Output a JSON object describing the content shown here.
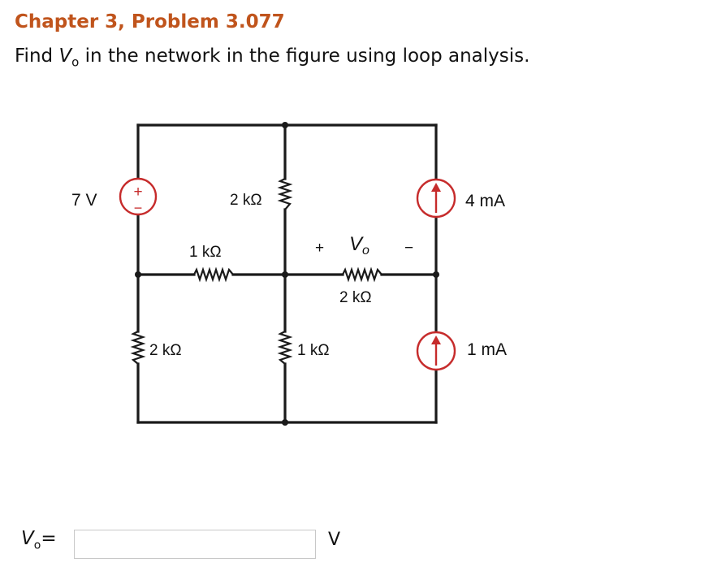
{
  "problem": {
    "title": "Chapter 3, Problem 3.077",
    "question_prefix": "Find ",
    "question_var": "V",
    "question_sub": "o",
    "question_suffix": " in the network in the figure using loop analysis."
  },
  "circuit": {
    "source_7v": "7 V",
    "r_top_middle": "2 kΩ",
    "r_middle_left": "1 kΩ",
    "r_middle_right": "2 kΩ",
    "r_bottom_left": "2 kΩ",
    "r_bottom_middle": "1 kΩ",
    "source_4ma": "4 mA",
    "source_1ma": "1 mA",
    "vo_plus": "+",
    "vo_var": "V",
    "vo_sub": "o",
    "vo_minus": "−",
    "src_plus": "+",
    "src_minus": "−"
  },
  "answer": {
    "label_var": "V",
    "label_sub": "o",
    "label_eq": "=",
    "value": "",
    "unit": "V"
  },
  "colors": {
    "title": "#c0541c",
    "source_red": "#c62b2b"
  }
}
